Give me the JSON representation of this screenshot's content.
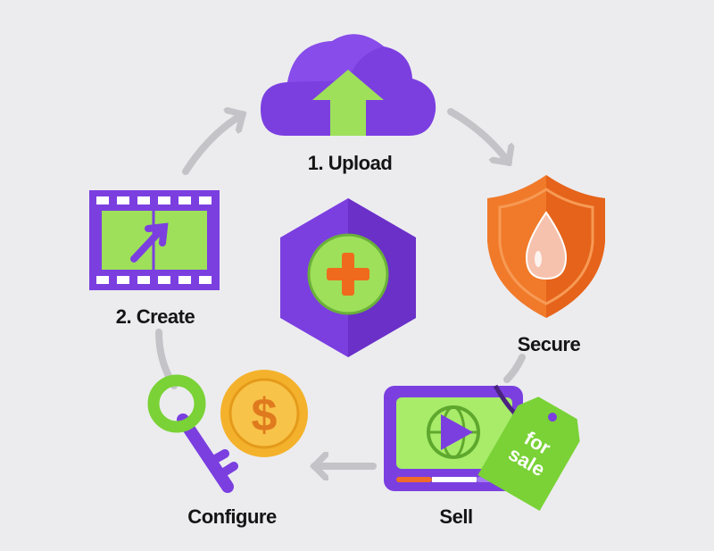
{
  "title": "Upload-Create-Configure-Sell-Secure cycle",
  "steps": {
    "upload": "1. Upload",
    "create": "2. Create",
    "secure": "Secure",
    "sell": "Sell",
    "configure": "Configure"
  },
  "tag": {
    "line1": "for",
    "line2": "sale"
  },
  "coin_symbol": "$",
  "colors": {
    "purple": "#7b3fe0",
    "green": "#9ee05a",
    "orange": "#f07a2a",
    "arrow": "#c4c4c8",
    "background": "#ececef"
  }
}
